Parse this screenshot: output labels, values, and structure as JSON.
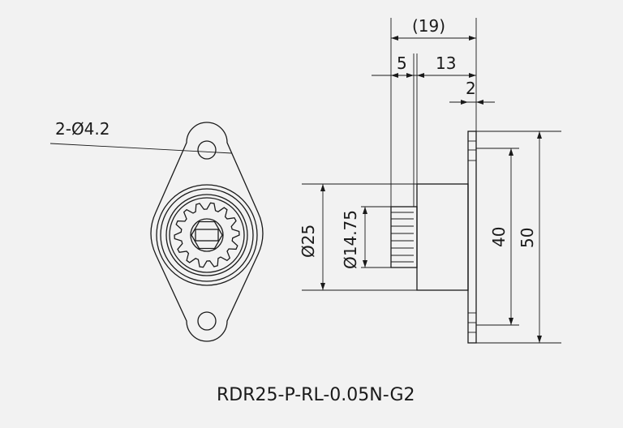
{
  "drawing": {
    "dim_overall_depth": "(19)",
    "dim_gear_width": "5",
    "dim_body_depth": "13",
    "dim_flange_thickness": "2",
    "dim_mount_holes": "2-Ø4.2",
    "dim_body_diameter": "Ø25",
    "dim_gear_diameter": "Ø14.75",
    "dim_hole_pitch": "40",
    "dim_flange_length": "50",
    "model_code": "RDR25-P-RL-0.05N-G2"
  },
  "colors": {
    "background": "#f2f2f2",
    "line": "#1a1a1a"
  }
}
